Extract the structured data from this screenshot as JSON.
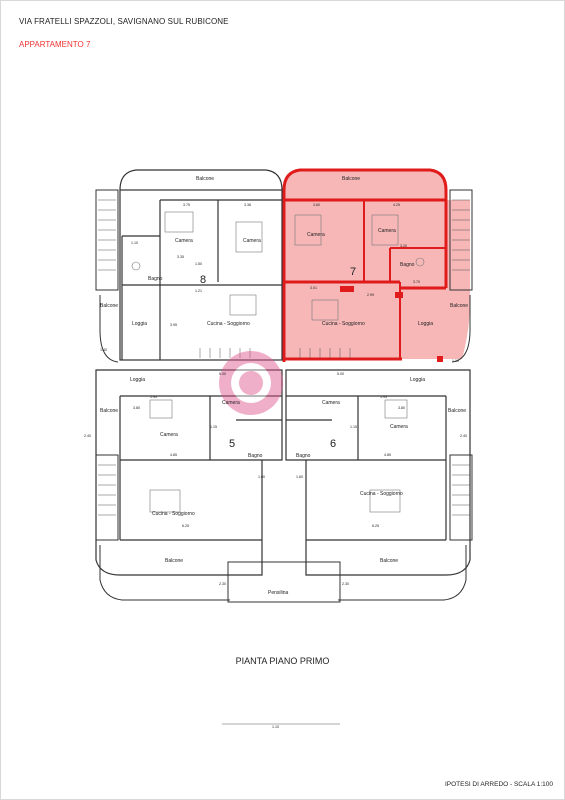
{
  "header": {
    "address": "VIA FRATELLI SPAZZOLI, SAVIGNANO SUL RUBICONE",
    "apartment": "APPARTAMENTO 7"
  },
  "plan": {
    "title": "PIANTA PIANO PRIMO",
    "highlight_color": "#f07c7c",
    "wall_color": "#e01b1b",
    "apartments": {
      "a8": "8",
      "a7": "7",
      "a5": "5",
      "a6": "6"
    },
    "rooms": {
      "balcone": "Balcone",
      "camera": "Camera",
      "bagno": "Bagno",
      "loggia": "Loggia",
      "cucina": "Cucina - Soggiorno",
      "pensilina": "Pensilina"
    },
    "dims": {
      "d375": "3.75",
      "d336": "3.36",
      "d360": "3.60",
      "d425": "4.25",
      "d110": "1.10",
      "d150": "1.50",
      "d335": "3.35",
      "d320": "3.20",
      "d370": "3.70",
      "d121": "1.21",
      "d301": "3.01",
      "d299": "2.99",
      "d395": "3.95",
      "d500": "5.00",
      "d195": "1.95",
      "d380": "3.80",
      "d485": "4.85",
      "d160": "1.60",
      "d625": "6.25",
      "d230": "2.30",
      "d240": "2.40",
      "d115": "1.15",
      "d140": "1.40"
    }
  },
  "footer": {
    "scale_note": "IPOTESI DI ARREDO - SCALA 1:100"
  }
}
